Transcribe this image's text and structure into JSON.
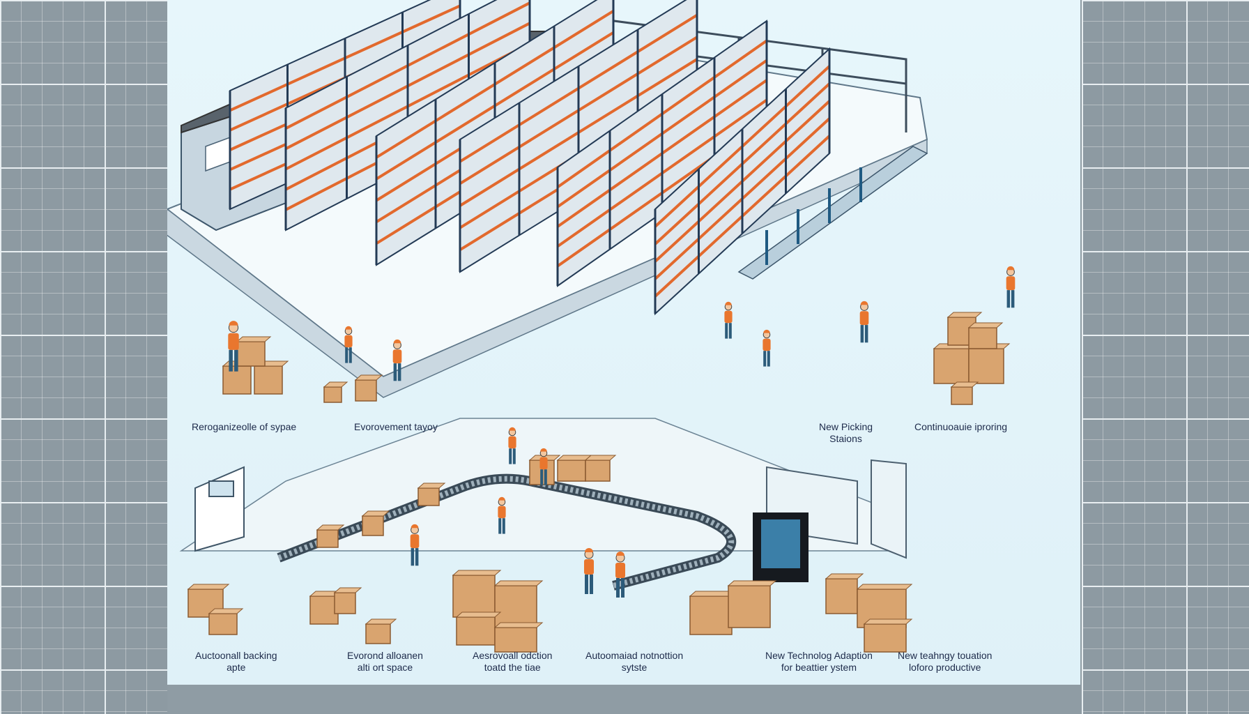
{
  "colors": {
    "rack_orange": "#e2692d",
    "rack_frame": "#233a55",
    "box": "#d9a46f",
    "worker_vest": "#e9762e",
    "worker_pants": "#2c5b7a",
    "floor": "#f4fafc"
  },
  "captions_top": [
    {
      "lines": [
        "Reroganizeolle of sypae"
      ]
    },
    {
      "lines": [
        "Evorovement tayoy"
      ]
    },
    {
      "lines": [
        "New Picking",
        "Staions"
      ]
    },
    {
      "lines": [
        "Continuoauie iproring"
      ]
    }
  ],
  "captions_bottom": [
    {
      "lines": [
        "Auctoonall backing",
        "apte"
      ]
    },
    {
      "lines": [
        "Evorond alloanen",
        "alti ort space"
      ]
    },
    {
      "lines": [
        "Aesrovoall odction",
        "toatd the tiae"
      ]
    },
    {
      "lines": [
        "Autoomaiad notnottion",
        "sytste"
      ]
    },
    {
      "lines": [
        "New Technolog Adaption",
        "for beattier ystem"
      ]
    },
    {
      "lines": [
        "New teahngy touation",
        "loforo productive"
      ]
    }
  ]
}
